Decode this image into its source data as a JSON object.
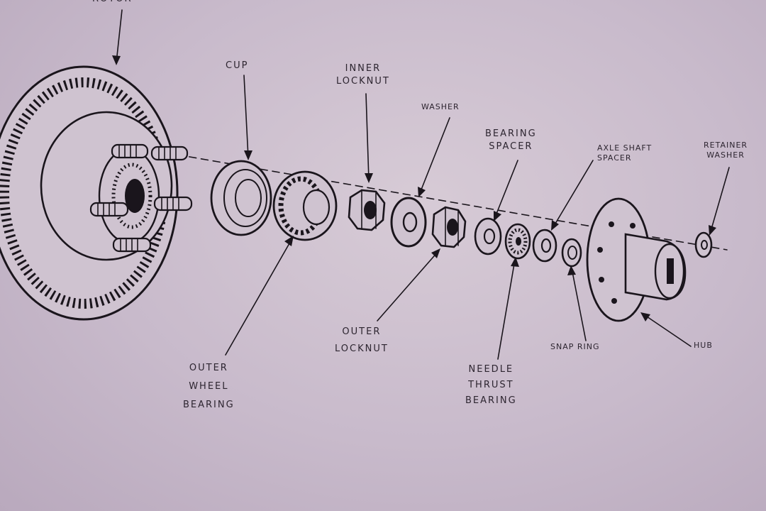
{
  "diagram": {
    "labels": {
      "rotor": [
        "ROTOR"
      ],
      "cup": [
        "CUP"
      ],
      "inner_locknut": [
        "INNER",
        "LOCKNUT"
      ],
      "washer": [
        "WASHER"
      ],
      "bearing_spacer": [
        "BEARING",
        "SPACER"
      ],
      "axle_shaft_spacer": [
        "AXLE SHAFT",
        "SPACER"
      ],
      "retainer_washer": [
        "RETAINER",
        "WASHER"
      ],
      "outer_wheel_bearing": [
        "OUTER",
        "WHEEL",
        "BEARING"
      ],
      "outer_locknut": [
        "OUTER",
        "LOCKNUT"
      ],
      "needle_thrust_bearing": [
        "NEEDLE",
        "THRUST",
        "BEARING"
      ],
      "snap_ring": [
        "SNAP RING"
      ],
      "hub": [
        "HUB"
      ]
    }
  }
}
